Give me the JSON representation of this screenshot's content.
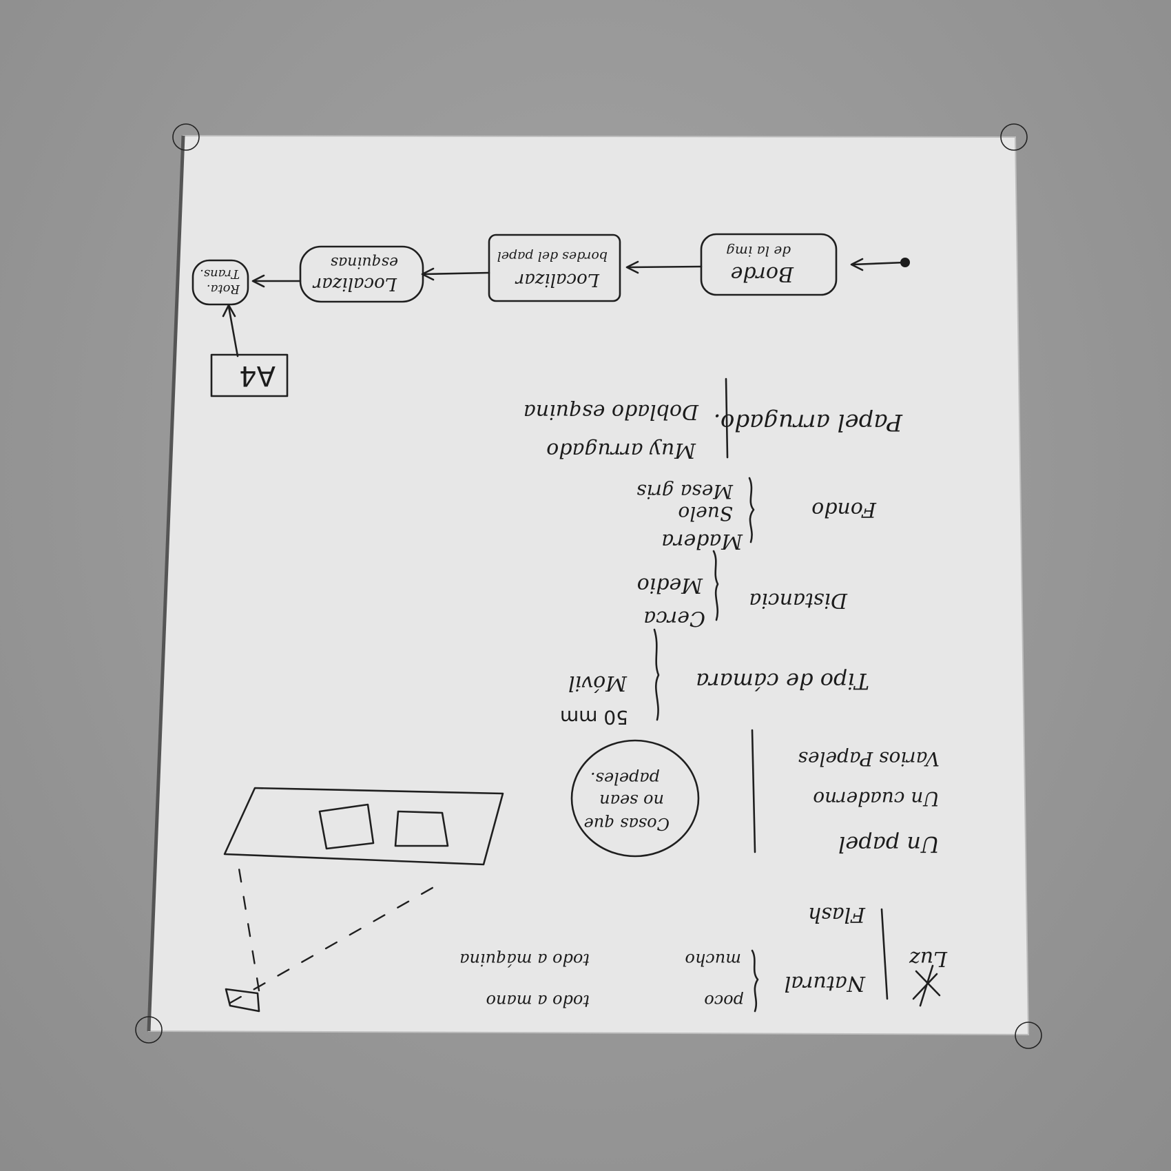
{
  "document": {
    "background_color": "#929292",
    "paper_color": "#e8e8e8",
    "ink_color": "#1c1c1c",
    "orientation": "rotated 180 degrees (upside-down handwriting)"
  },
  "flow": {
    "step1": "Borde",
    "step1_sub": "de la img",
    "step2": "Localizar",
    "step2_sub": "bordes del papel",
    "step3": "Localizar",
    "step3_sub": "esquinas",
    "step4_line1": "Rota.",
    "step4_line2": "Trans.",
    "a4_label": "A4"
  },
  "notes": {
    "papel_arrugado": "Papel arrugado.",
    "muy_arrugado": "Muy arrugado",
    "doblado": "Doblado esquina",
    "fondo": "Fondo",
    "madera": "Madera",
    "suelo": "Suelo",
    "mesa": "Mesa gris",
    "distancia": "Distancia",
    "cerca": "Cerca",
    "medio": "Medio",
    "tipo_camara": "Tipo de cámara",
    "camara_50mm": "50 mm",
    "movil": "Móvil",
    "un_papel": "Un papel",
    "un_cuaderno": "Un cuaderno",
    "varios": "Varios Papeles",
    "circle_line1": "Cosas que",
    "circle_line2": "no sean",
    "circle_line3": "papeles.",
    "luz": "Luz",
    "flash": "Flash",
    "natural": "Natural",
    "poco": "poco",
    "mucho": "mucho",
    "todo_mano": "todo a mano",
    "todo_maquina": "todo a máquina"
  }
}
